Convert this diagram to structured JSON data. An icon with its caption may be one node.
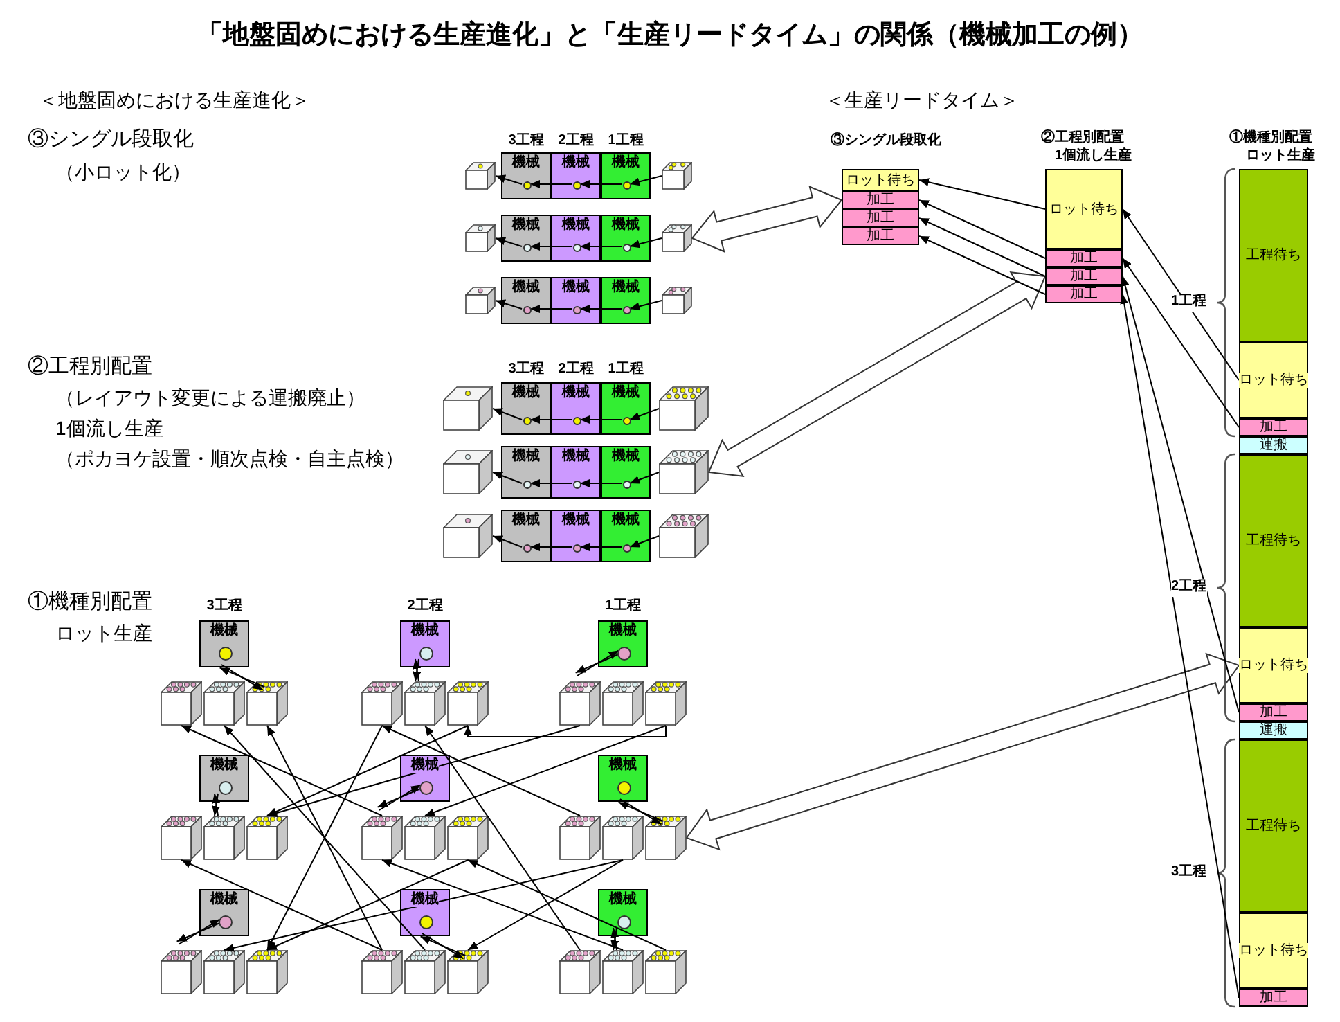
{
  "diagram": {
    "title": "「地盤固めにおける生産進化」と「生産リードタイム」の関係（機械加工の例）",
    "nodes": [
      {
        "text": [],
        "shape": "box"
      },
      {
        "text": [
          "機械"
        ]
      },
      {
        "text": [],
        "shape": "circle",
        "in": 1
      },
      {
        "text": [
          "機械"
        ]
      },
      {
        "text": [],
        "shape": "circle",
        "in": 3
      },
      {
        "text": [
          "機械"
        ]
      },
      {
        "text": [],
        "shape": "circle",
        "in": 5
      },
      {
        "text": [],
        "shape": "box"
      },
      {
        "text": [],
        "shape": "box"
      },
      {
        "text": [
          "機械"
        ]
      },
      {
        "text": [],
        "shape": "circle",
        "in": 9
      },
      {
        "text": [
          "機械"
        ]
      },
      {
        "text": [],
        "shape": "circle",
        "in": 11
      },
      {
        "text": [
          "機械"
        ]
      },
      {
        "text": [],
        "shape": "circle",
        "in": 13
      },
      {
        "text": [],
        "shape": "box"
      },
      {
        "text": [],
        "shape": "box"
      },
      {
        "text": [
          "機械"
        ]
      },
      {
        "text": [],
        "shape": "circle",
        "in": 17
      },
      {
        "text": [
          "機械"
        ]
      },
      {
        "text": [],
        "shape": "circle",
        "in": 19
      },
      {
        "text": [
          "機械"
        ]
      },
      {
        "text": [],
        "shape": "circle",
        "in": 21
      },
      {
        "text": [],
        "shape": "box"
      },
      {
        "text": [],
        "shape": "box"
      },
      {
        "text": [
          "機械"
        ]
      },
      {
        "text": [],
        "shape": "circle",
        "in": 25
      },
      {
        "text": [
          "機械"
        ]
      },
      {
        "text": [],
        "shape": "circle",
        "in": 27
      },
      {
        "text": [
          "機械"
        ]
      },
      {
        "text": [],
        "shape": "circle",
        "in": 29
      },
      {
        "text": [],
        "shape": "box"
      },
      {
        "text": [],
        "shape": "box"
      },
      {
        "text": [
          "機械"
        ]
      },
      {
        "text": [],
        "shape": "circle",
        "in": 33
      },
      {
        "text": [
          "機械"
        ]
      },
      {
        "text": [],
        "shape": "circle",
        "in": 35
      },
      {
        "text": [
          "機械"
        ]
      },
      {
        "text": [],
        "shape": "circle",
        "in": 37
      },
      {
        "text": [],
        "shape": "box"
      },
      {
        "text": [],
        "shape": "box"
      },
      {
        "text": [
          "機械"
        ]
      },
      {
        "text": [],
        "shape": "circle",
        "in": 41
      },
      {
        "text": [
          "機械"
        ]
      },
      {
        "text": [],
        "shape": "circle",
        "in": 43
      },
      {
        "text": [
          "機械"
        ]
      },
      {
        "text": [],
        "shape": "circle",
        "in": 45
      },
      {
        "text": [],
        "shape": "box"
      },
      {
        "text": [
          "機械"
        ]
      },
      {
        "text": [],
        "shape": "circle",
        "in": 48
      },
      {
        "text": [
          "機械"
        ]
      },
      {
        "text": [],
        "shape": "circle",
        "in": 50
      },
      {
        "text": [
          "機械"
        ]
      },
      {
        "text": [],
        "shape": "circle",
        "in": 52
      },
      {
        "text": [],
        "shape": "box"
      },
      {
        "text": [],
        "shape": "box"
      },
      {
        "text": [],
        "shape": "box"
      },
      {
        "text": [],
        "shape": "box"
      },
      {
        "text": [],
        "shape": "box"
      },
      {
        "text": [],
        "shape": "box"
      },
      {
        "text": [],
        "shape": "box"
      },
      {
        "text": [],
        "shape": "box"
      },
      {
        "text": [],
        "shape": "box"
      },
      {
        "text": [
          "機械"
        ]
      },
      {
        "text": [],
        "shape": "circle",
        "in": 63
      },
      {
        "text": [
          "機械"
        ]
      },
      {
        "text": [],
        "shape": "circle",
        "in": 65
      },
      {
        "text": [
          "機械"
        ]
      },
      {
        "text": [],
        "shape": "circle",
        "in": 67
      },
      {
        "text": [],
        "shape": "box"
      },
      {
        "text": [],
        "shape": "box"
      },
      {
        "text": [],
        "shape": "box"
      },
      {
        "text": [],
        "shape": "box"
      },
      {
        "text": [],
        "shape": "box"
      },
      {
        "text": [],
        "shape": "box"
      },
      {
        "text": [],
        "shape": "box"
      },
      {
        "text": [],
        "shape": "box"
      },
      {
        "text": [],
        "shape": "box"
      },
      {
        "text": [
          "機械"
        ]
      },
      {
        "text": [],
        "shape": "circle",
        "in": 78
      },
      {
        "text": [
          "機械"
        ]
      },
      {
        "text": [],
        "shape": "circle",
        "in": 80
      },
      {
        "text": [
          "機械"
        ]
      },
      {
        "text": [],
        "shape": "circle",
        "in": 82
      },
      {
        "text": [],
        "shape": "box"
      },
      {
        "text": [],
        "shape": "box"
      },
      {
        "text": [],
        "shape": "box"
      },
      {
        "text": [],
        "shape": "box"
      },
      {
        "text": [],
        "shape": "box"
      },
      {
        "text": [],
        "shape": "box"
      },
      {
        "text": [],
        "shape": "box"
      },
      {
        "text": [],
        "shape": "box"
      },
      {
        "text": [],
        "shape": "box"
      },
      {
        "text": [
          "ロット待ち"
        ]
      },
      {
        "text": [
          "加工"
        ]
      },
      {
        "text": [
          "加工"
        ]
      },
      {
        "text": [
          "加工"
        ]
      },
      {
        "text": [
          "ロット待ち"
        ]
      },
      {
        "text": [
          "加工"
        ]
      },
      {
        "text": [
          "加工"
        ]
      },
      {
        "text": [
          "加工"
        ]
      },
      {
        "text": [
          "工程待ち"
        ]
      },
      {
        "text": [
          "ロット待ち"
        ]
      },
      {
        "text": [
          "加工"
        ]
      },
      {
        "text": [
          "運搬"
        ]
      },
      {
        "text": [
          "工程待ち"
        ]
      },
      {
        "text": [
          "ロット待ち"
        ]
      },
      {
        "text": [
          "加工"
        ]
      },
      {
        "text": [
          "運搬"
        ]
      },
      {
        "text": [
          "工程待ち"
        ]
      },
      {
        "text": [
          "ロット待ち"
        ]
      },
      {
        "text": [
          "加工"
        ]
      }
    ],
    "edges": [
      {
        "from": 7,
        "to": 6,
        "arrow": "to"
      },
      {
        "from": 6,
        "to": 4,
        "arrow": "to"
      },
      {
        "from": 4,
        "to": 2,
        "arrow": "to"
      },
      {
        "from": 2,
        "to": 0,
        "arrow": "to"
      },
      {
        "from": 15,
        "to": 14,
        "arrow": "to"
      },
      {
        "from": 14,
        "to": 12,
        "arrow": "to"
      },
      {
        "from": 12,
        "to": 10,
        "arrow": "to"
      },
      {
        "from": 10,
        "to": 8,
        "arrow": "to"
      },
      {
        "from": 23,
        "to": 22,
        "arrow": "to"
      },
      {
        "from": 22,
        "to": 20,
        "arrow": "to"
      },
      {
        "from": 20,
        "to": 18,
        "arrow": "to"
      },
      {
        "from": 18,
        "to": 16,
        "arrow": "to"
      },
      {
        "from": 31,
        "to": 30,
        "arrow": "to"
      },
      {
        "from": 30,
        "to": 28,
        "arrow": "to"
      },
      {
        "from": 28,
        "to": 26,
        "arrow": "to"
      },
      {
        "from": 26,
        "to": 24,
        "arrow": "to"
      },
      {
        "from": 39,
        "to": 38,
        "arrow": "to"
      },
      {
        "from": 38,
        "to": 36,
        "arrow": "to"
      },
      {
        "from": 36,
        "to": 34,
        "arrow": "to"
      },
      {
        "from": 34,
        "to": 32,
        "arrow": "to"
      },
      {
        "from": 47,
        "to": 46,
        "arrow": "to"
      },
      {
        "from": 46,
        "to": 44,
        "arrow": "to"
      },
      {
        "from": 44,
        "to": 42,
        "arrow": "to"
      },
      {
        "from": 42,
        "to": 40,
        "arrow": "to"
      },
      {
        "from": 56,
        "to": 49,
        "arrow": "to"
      },
      {
        "from": 49,
        "to": 56,
        "arrow": "to"
      },
      {
        "from": 58,
        "to": 51,
        "arrow": "to"
      },
      {
        "from": 51,
        "to": 58,
        "arrow": "to"
      },
      {
        "from": 60,
        "to": 53,
        "arrow": "to"
      },
      {
        "from": 53,
        "to": 60,
        "arrow": "to"
      },
      {
        "from": 70,
        "to": 64,
        "arrow": "to"
      },
      {
        "from": 64,
        "to": 70,
        "arrow": "to"
      },
      {
        "from": 72,
        "to": 66,
        "arrow": "to"
      },
      {
        "from": 66,
        "to": 72,
        "arrow": "to"
      },
      {
        "from": 77,
        "to": 68,
        "arrow": "to"
      },
      {
        "from": 68,
        "to": 77,
        "arrow": "to"
      },
      {
        "from": 84,
        "to": 79,
        "arrow": "to"
      },
      {
        "from": 79,
        "to": 84,
        "arrow": "to"
      },
      {
        "from": 89,
        "to": 81,
        "arrow": "to"
      },
      {
        "from": 81,
        "to": 89,
        "arrow": "to"
      },
      {
        "from": 91,
        "to": 83,
        "arrow": "to"
      },
      {
        "from": 83,
        "to": 91,
        "arrow": "to"
      },
      {
        "from": 62,
        "to": 59,
        "arrow": "to"
      },
      {
        "from": 57,
        "to": 86,
        "arrow": "to"
      },
      {
        "from": 59,
        "to": 71,
        "arrow": "to"
      },
      {
        "from": 72,
        "to": 54,
        "arrow": "to"
      },
      {
        "from": 88,
        "to": 55,
        "arrow": "to"
      },
      {
        "from": 87,
        "to": 56,
        "arrow": "to"
      },
      {
        "from": 75,
        "to": 57,
        "arrow": "to"
      },
      {
        "from": 90,
        "to": 58,
        "arrow": "to"
      },
      {
        "from": 60,
        "to": 71,
        "arrow": "to"
      },
      {
        "from": 62,
        "to": 73,
        "arrow": "to"
      },
      {
        "from": 74,
        "to": 86,
        "arrow": "to"
      },
      {
        "from": 76,
        "to": 85,
        "arrow": "to"
      },
      {
        "from": 87,
        "to": 69,
        "arrow": "to"
      },
      {
        "from": 91,
        "to": 72,
        "arrow": "to"
      },
      {
        "from": 92,
        "to": 74,
        "arrow": "to"
      },
      {
        "from": 76,
        "to": 89,
        "arrow": "to"
      },
      {
        "from": 97,
        "to": 93,
        "arrow": "to"
      },
      {
        "from": 98,
        "to": 94,
        "arrow": "to"
      },
      {
        "from": 99,
        "to": 95,
        "arrow": "to"
      },
      {
        "from": 100,
        "to": 96,
        "arrow": "to"
      },
      {
        "from": 102,
        "to": 97,
        "arrow": "to"
      },
      {
        "from": 103,
        "to": 98,
        "arrow": "to"
      },
      {
        "from": 107,
        "to": 99,
        "arrow": "to"
      },
      {
        "from": 111,
        "to": 100,
        "arrow": "to"
      },
      {
        "from": 15,
        "to": 94,
        "arrow": "both",
        "style": "thick"
      },
      {
        "from": 39,
        "to": 99,
        "arrow": "both",
        "style": "thick"
      },
      {
        "from": 77,
        "to": 106,
        "arrow": "both",
        "style": "thick"
      }
    ],
    "labels": [
      "＜地盤固めにおける生産進化＞",
      "＜生産リードタイム＞",
      "③シングル段取化",
      "（小ロット化）",
      "3工程",
      "2工程",
      "1工程",
      "③シングル段取化",
      "②工程別配置",
      "1個流し生産",
      "①機種別配置",
      "ロット生産",
      "1工程",
      "②工程別配置",
      "（レイアウト変更による運搬廃止）",
      "1個流し生産",
      "（ポカヨケ設置・順次点検・自主点検）",
      "3工程",
      "2工程",
      "1工程",
      "2工程",
      "①機種別配置",
      "ロット生産",
      "3工程",
      "2工程",
      "1工程",
      "3工程"
    ]
  }
}
